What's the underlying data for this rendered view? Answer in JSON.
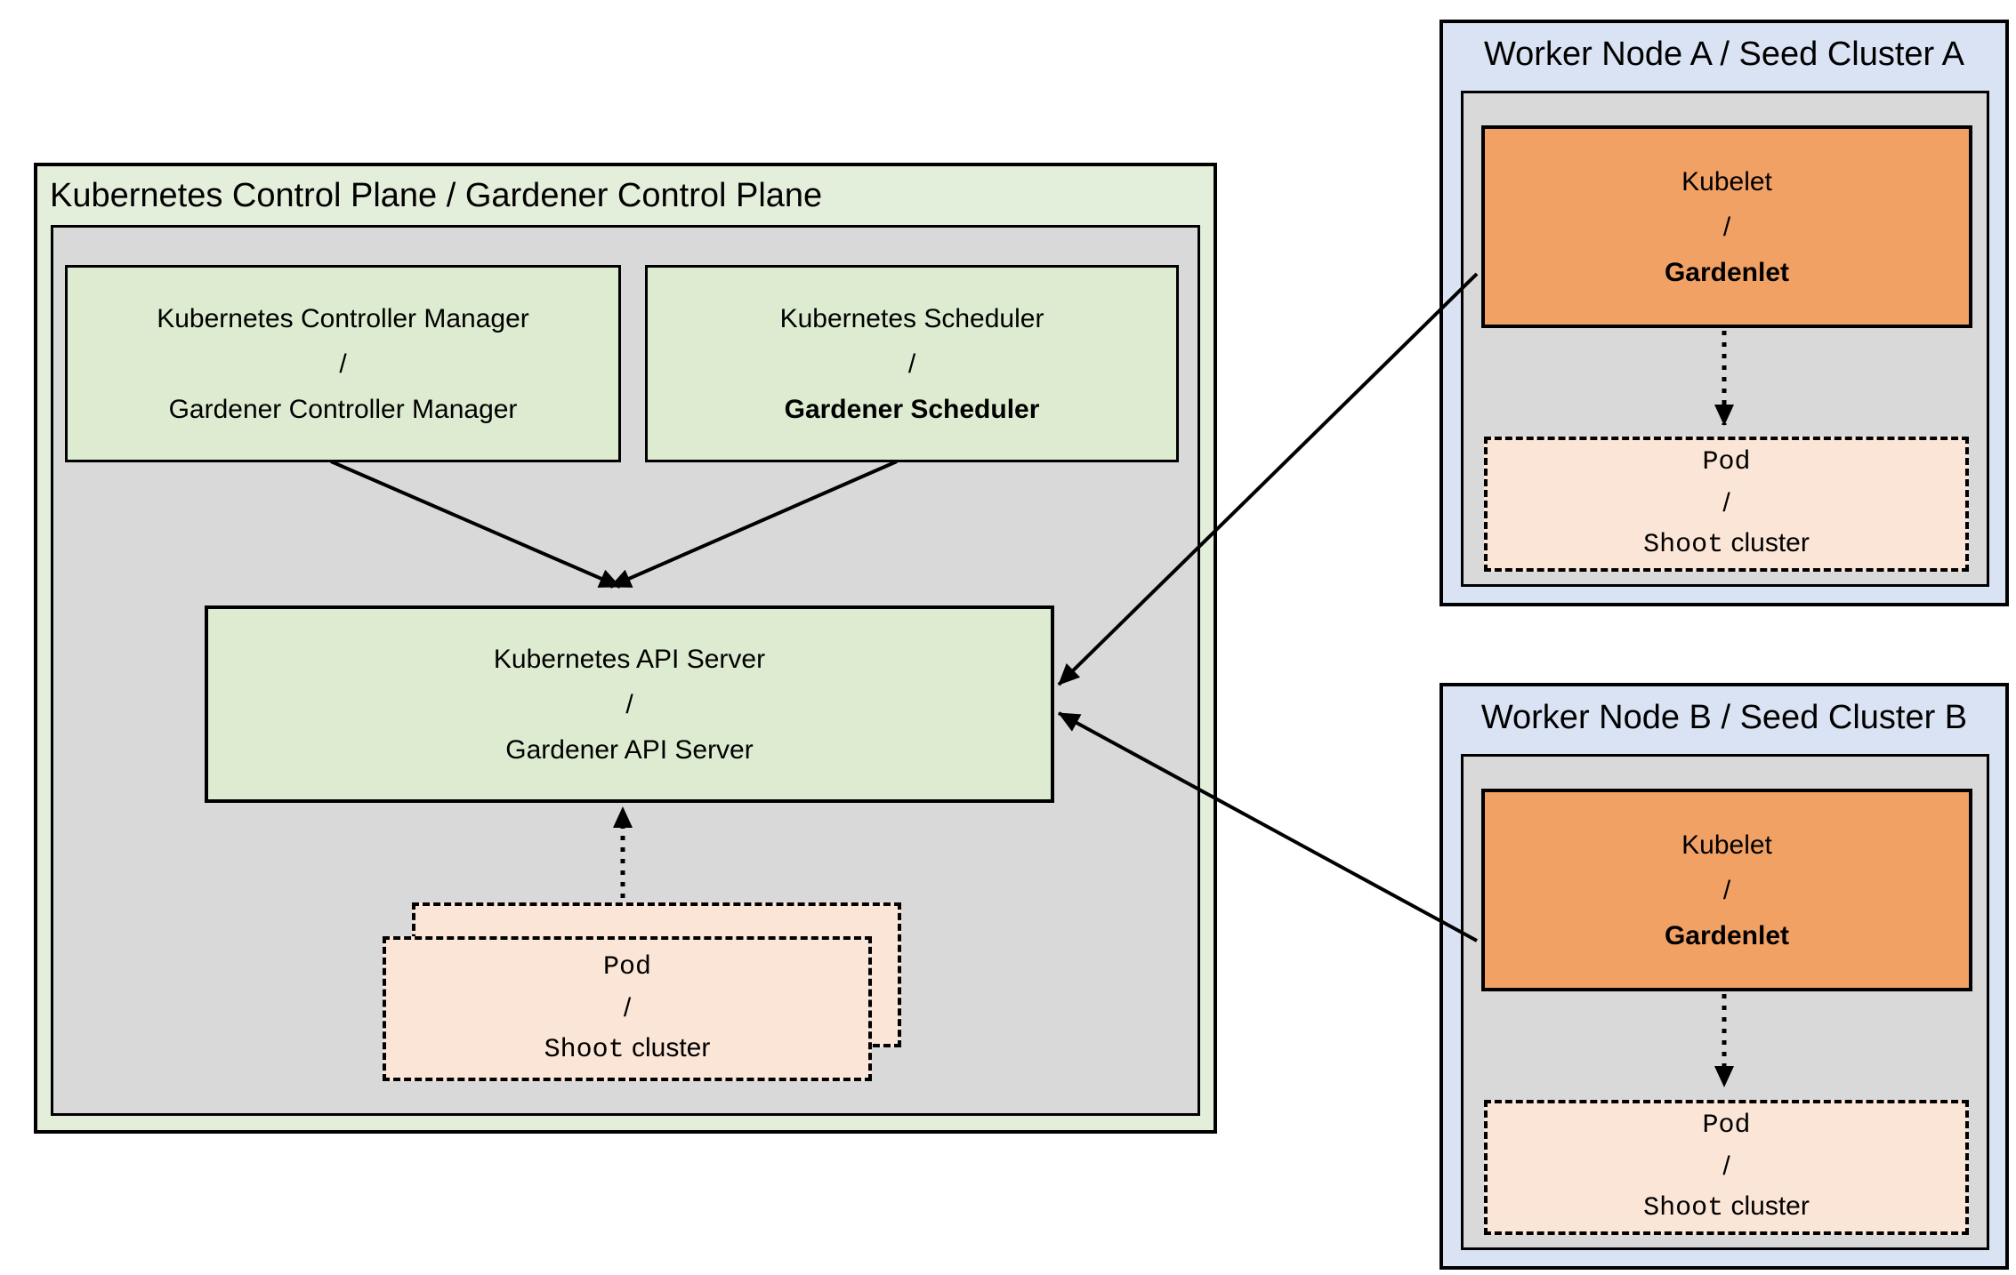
{
  "control_plane": {
    "title": "Kubernetes Control Plane / Gardener Control Plane",
    "controller_manager": {
      "top": "Kubernetes Controller Manager",
      "slash": "/",
      "bottom": "Gardener Controller Manager"
    },
    "scheduler": {
      "top": "Kubernetes Scheduler",
      "slash": "/",
      "bottom": "Gardener Scheduler"
    },
    "api_server": {
      "top": "Kubernetes API Server",
      "slash": "/",
      "bottom": "Gardener API Server"
    },
    "pod": {
      "name": "Pod",
      "slash": "/",
      "shoot": "Shoot",
      "cluster": "cluster"
    }
  },
  "worker_node_a": {
    "title": "Worker Node A / Seed Cluster A",
    "kubelet": {
      "top": "Kubelet",
      "slash": "/",
      "bottom": "Gardenlet"
    },
    "pod": {
      "name": "Pod",
      "slash": "/",
      "shoot": "Shoot",
      "cluster": "cluster"
    }
  },
  "worker_node_b": {
    "title": "Worker Node B / Seed Cluster B",
    "kubelet": {
      "top": "Kubelet",
      "slash": "/",
      "bottom": "Gardenlet"
    },
    "pod": {
      "name": "Pod",
      "slash": "/",
      "shoot": "Shoot",
      "cluster": "cluster"
    }
  },
  "colors": {
    "control_plane_bg": "#e4efdb",
    "component_bg": "#ddecd0",
    "inner_bg": "#d9d9d9",
    "worker_bg": "#dae3f3",
    "kubelet_bg": "#f2a164",
    "pod_bg": "#fbe5d6",
    "border": "#000000"
  }
}
